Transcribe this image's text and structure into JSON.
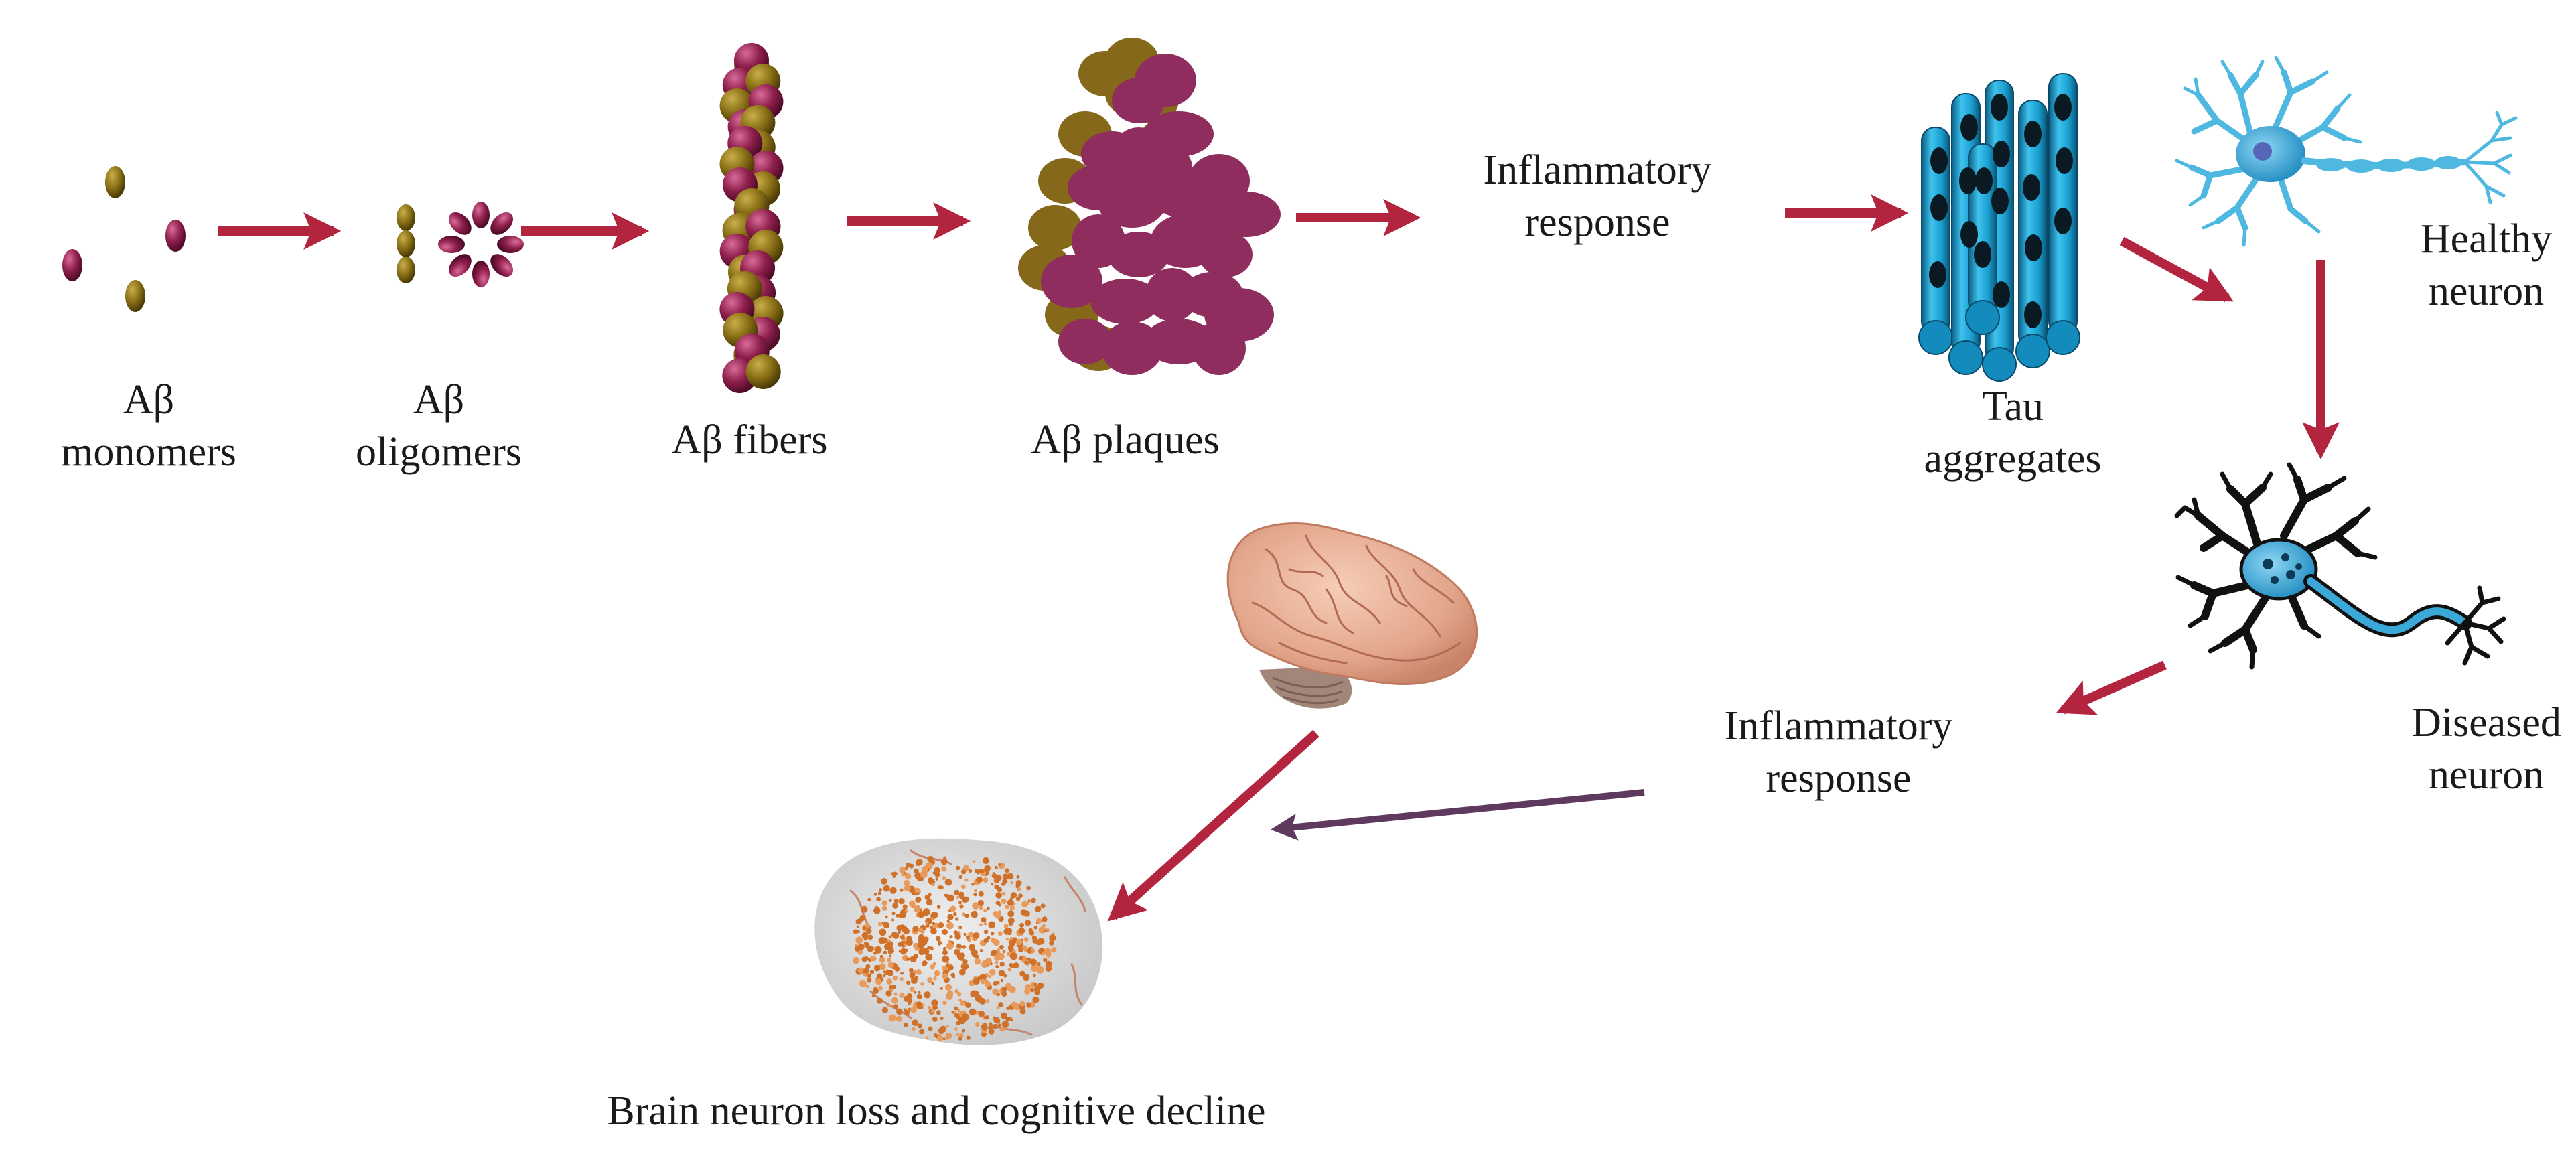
{
  "colors": {
    "arrow": "#b3243f",
    "olive": "#7a6414",
    "magenta": "#8e2d5e",
    "tau_blue": "#1a9fd0",
    "neuron_blue": "#4fb8e0",
    "brain_pink": "#e3ab92",
    "damage_orange": "#d0712a"
  },
  "stages": [
    {
      "key": "monomers",
      "lines": [
        "Aβ",
        "monomers"
      ],
      "icon": "monomer-molecules"
    },
    {
      "key": "oligomers",
      "lines": [
        "Aβ",
        "oligomers"
      ],
      "icon": "oligomer-ring"
    },
    {
      "key": "fibers",
      "lines": [
        "Aβ fibers"
      ],
      "icon": "fiber-strand"
    },
    {
      "key": "plaques",
      "lines": [
        "Aβ plaques"
      ],
      "icon": "plaque-cluster"
    },
    {
      "key": "inflammatory_top",
      "lines": [
        "Inflammatory",
        "response"
      ],
      "icon": ""
    },
    {
      "key": "tau",
      "lines": [
        "Tau",
        "aggregates"
      ],
      "icon": "tau-filaments"
    },
    {
      "key": "healthy_neuron",
      "lines": [
        "Healthy",
        "neuron"
      ],
      "icon": "healthy-neuron"
    },
    {
      "key": "diseased_neuron",
      "lines": [
        "Diseased",
        "neuron"
      ],
      "icon": "diseased-neuron"
    },
    {
      "key": "inflammatory_bottom",
      "lines": [
        "Inflammatory",
        "response"
      ],
      "icon": ""
    },
    {
      "key": "outcome",
      "lines": [
        "Brain neuron loss and cognitive decline"
      ],
      "icon": "damaged-brain"
    }
  ]
}
